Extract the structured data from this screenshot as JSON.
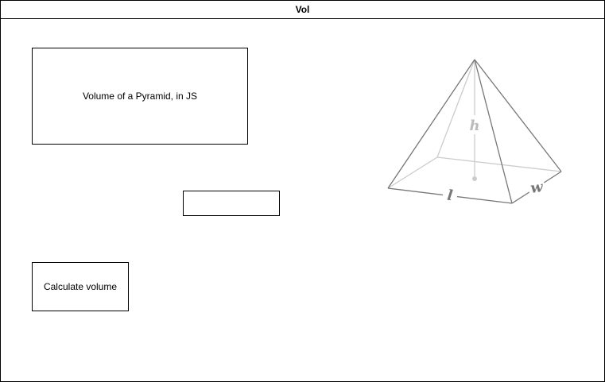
{
  "window": {
    "title": "Vol"
  },
  "heading": {
    "text": "Volume of a Pyramid, in JS"
  },
  "input": {
    "value": "",
    "placeholder": ""
  },
  "button": {
    "label": "Calculate volume"
  },
  "diagram": {
    "labels": {
      "height": "h",
      "length": "l",
      "width": "w"
    },
    "colors": {
      "front_edge": "#777777",
      "hidden_edge": "#cccccc",
      "height_label": "#bbbbbb",
      "dim_label": "#777777"
    }
  }
}
